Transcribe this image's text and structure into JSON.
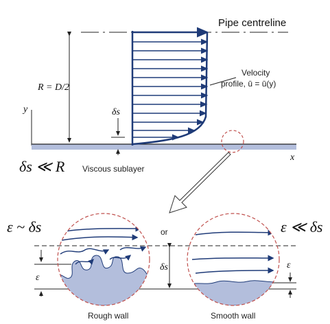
{
  "labels": {
    "pipe_centreline": "Pipe centreline",
    "radius": "R = D/2",
    "velocity_profile_line1": "Velocity",
    "velocity_profile_line2": "profile, ū = ū(y)",
    "y_axis": "y",
    "x_axis": "x",
    "delta_s_left": "δs",
    "viscous_sublayer": "Viscous sublayer",
    "relation_main": "δs ≪ R",
    "rough_relation": "ε ~ δs",
    "smooth_relation": "ε ≪ δs",
    "or": "or",
    "epsilon_left": "ε",
    "delta_s_middle": "δs",
    "epsilon_right": "ε",
    "rough_wall": "Rough wall",
    "smooth_wall": "Smooth wall"
  },
  "colors": {
    "profile": "#1f3b78",
    "wall_fill": "#b3bedc",
    "dashed_circle": "#c0504d",
    "line": "#222222"
  }
}
